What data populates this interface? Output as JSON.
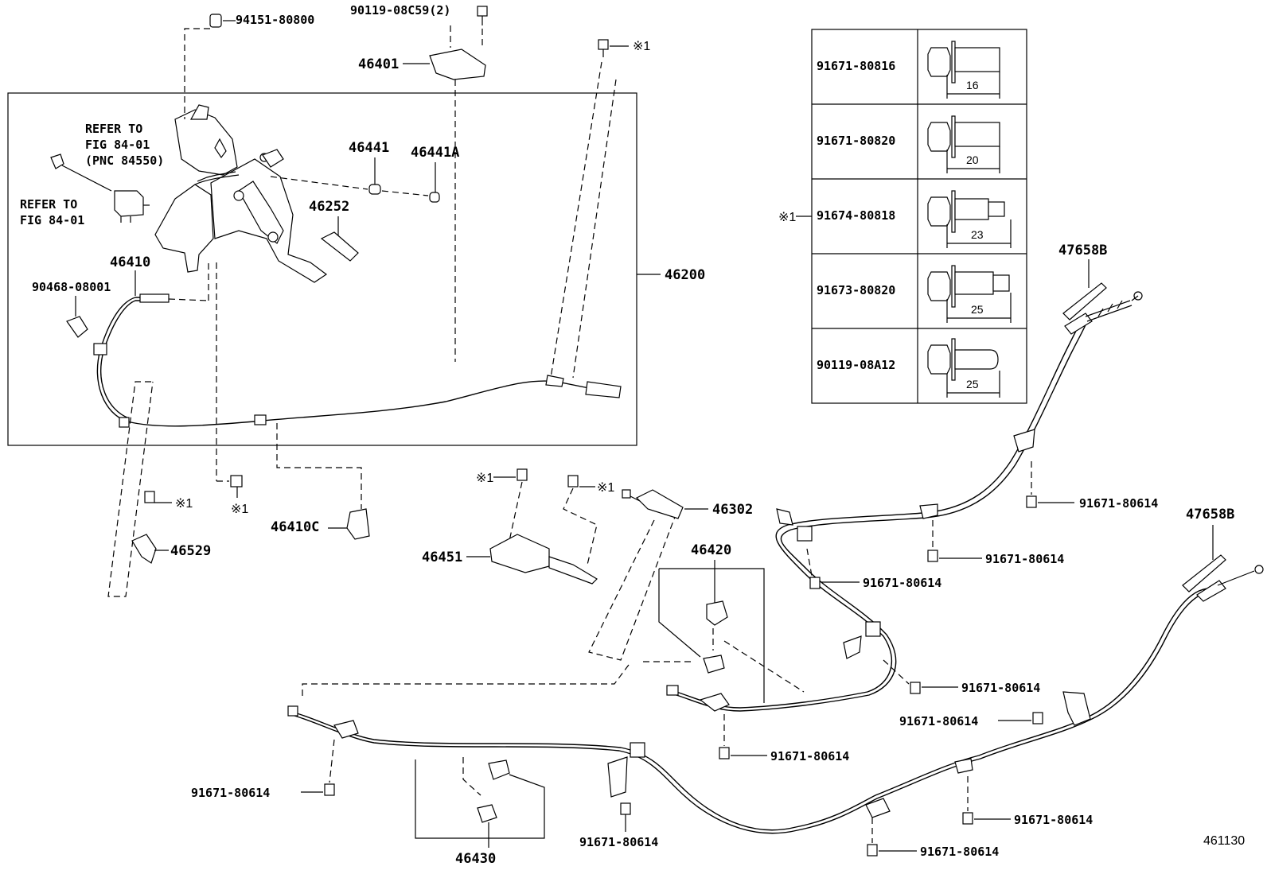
{
  "labels": {
    "p94151": "94151-80800",
    "p90119c59": "90119-08C59(2)",
    "p46401": "46401",
    "x1_top": "※1",
    "refer1_a": "REFER TO",
    "refer1_b": "FIG 84-01",
    "refer1_c": "(PNC 84550)",
    "refer2_a": "REFER TO",
    "refer2_b": "FIG 84-01",
    "p46441": "46441",
    "p46441A": "46441A",
    "p46252": "46252",
    "p46410": "46410",
    "p90468": "90468-08001",
    "p46200": "46200",
    "x1_bolt_a": "※1",
    "x1_bolt_b": "※1",
    "x1_bolt_c": "※1",
    "x1_bolt_d": "※1",
    "p46529": "46529",
    "p46410C": "46410C",
    "p46451": "46451",
    "p46302": "46302",
    "p46420": "46420",
    "p47658B_a": "47658B",
    "p47658B_b": "47658B",
    "b_6614_1": "91671-80614",
    "b_6614_2": "91671-80614",
    "b_6614_3": "91671-80614",
    "b_6614_4": "91671-80614",
    "b_6614_5": "91671-80614",
    "b_6614_6": "91671-80614",
    "b_6614_7": "91671-80614",
    "b_6614_8": "91671-80614",
    "b_6614_9": "91671-80614",
    "b_6614_10": "91671-80614",
    "p46430": "46430",
    "fig_no": "461130"
  },
  "bolt_table": {
    "marker": "※1",
    "rows": [
      {
        "part": "91671-80816",
        "length": "16"
      },
      {
        "part": "91671-80820",
        "length": "20"
      },
      {
        "part": "91674-80818",
        "length": "23"
      },
      {
        "part": "91673-80820",
        "length": "25"
      },
      {
        "part": "90119-08A12",
        "length": "25"
      }
    ]
  }
}
